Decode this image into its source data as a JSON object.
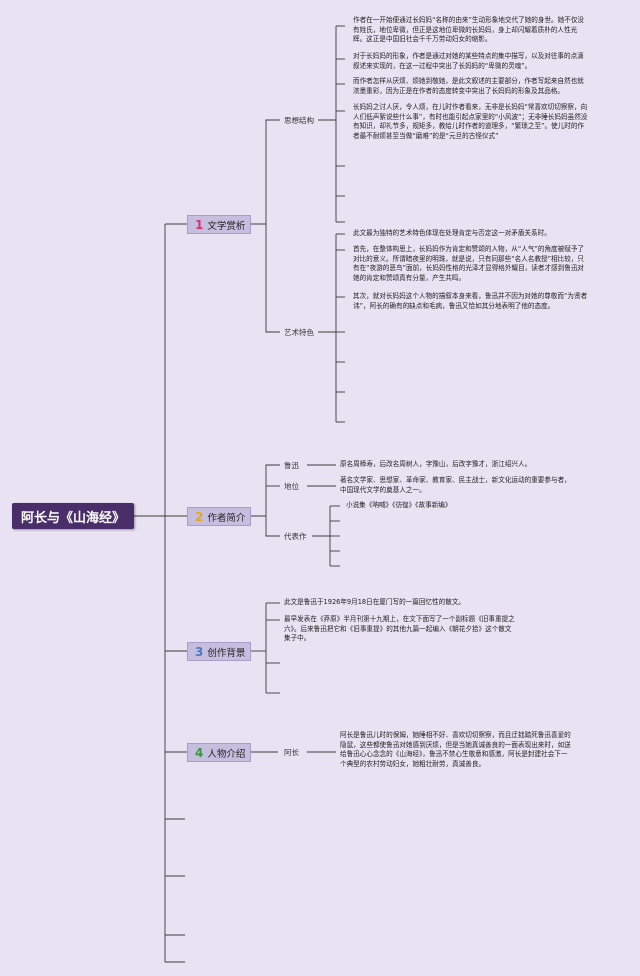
{
  "colors": {
    "background": "#e8e2f2",
    "root_fill": "#4a2e6a",
    "category_fill": "#c6bedf",
    "line": "#3b3b3b",
    "num1": "#d6336c",
    "num2": "#e6a817",
    "num3": "#4a78c9",
    "num4": "#3a9a3a"
  },
  "root": {
    "title": "阿长与《山海经》"
  },
  "categories": [
    {
      "num": "1",
      "label": "文学赏析"
    },
    {
      "num": "2",
      "label": "作者简介"
    },
    {
      "num": "3",
      "label": "创作背景"
    },
    {
      "num": "4",
      "label": "人物介绍"
    }
  ],
  "c1": {
    "sub1": {
      "label": "思想结构"
    },
    "sub2": {
      "label": "艺术特色"
    },
    "t1": "作者在一开始便通过长妈妈“名称的由来”生动形象地交代了她的身世。她不仅没\n有姓氏，地位卑微，但正是这地位卑微的长妈妈，身上却闪耀着质朴的人性光\n辉。这正是中国旧社会千千万劳动妇女的缩影。",
    "t2": "对于长妈妈的形象，作者是通过对她的某些特点的集中描写，以及对往事的点滴\n叙述来实现的，在这一过程中突出了长妈妈的“卑微的灵魂”。",
    "t3": "而作者怎样从厌烦、烦她到敬她，是此文叙述的主要部分，作者写起来自然也就\n浓墨重彩，因为正是在作者的态度转变中突出了长妈妈的形象及其品格。",
    "t4": "长妈妈之讨人厌，令人烦，在儿时作者看来，无非是长妈妈“常喜欢切切察察，向\n人们低声絮说些什么事”，有时也能引起点家里的“小风波”；无非睡长妈妈虽然没\n有知识，却礼节多，规矩多，教给儿时作者的道理多，“繁琐之至”。使儿时的作\n者最不耐烦甚至当做“磨难”的是“元旦的古怪仪式”",
    "t5": "此文最为独特的艺术特色体现在处理肯定与否定这一对矛盾关系时。",
    "t6": "首先，在整体构思上，长妈妈作为肯定和赞颂的人物，从“人气”的角度被赋予了\n对比的意义。所谓暗夜里的明珠，就是说，只有同那些“名人名教授”相比较，只\n有在“夜游的恶鸟”面前，长妈妈性格的光泽才显得格外耀目，读者才感到鲁迅对\n她的肯定和赞颂真有分量，产生共鸣。",
    "t7": "其次，就对长妈妈这个人物的描叙本身来看，鲁迅并不因为对她的尊敬而“为贤者\n讳”，阿长的确有的缺点和毛病，鲁迅又恰如其分地表明了他的态度。"
  },
  "c2": {
    "sub1": {
      "label": "鲁迅"
    },
    "sub2": {
      "label": "地位"
    },
    "sub3": {
      "label": "代表作"
    },
    "t1": "原名周樟寿，后改名周树人，字豫山，后改字豫才，浙江绍兴人。",
    "t2": "著名文学家、思想家、革命家、教育家、民主战士，新文化运动的重要参与者，\n中国现代文学的奠基人之一。",
    "t3": "小说集《呐喊》《彷徨》《故事新编》"
  },
  "c3": {
    "t1": "此文是鲁迅于1926年9月18日在厦门写的一篇回忆性的散文。",
    "t2": "最早发表在《莽原》半月刊第十九期上，在文下面写了一个副标题《旧事重提之\n六》。后来鲁迅把它和《旧事重提》的其他九篇一起编入《朝花夕拾》这个散文\n集子中。"
  },
  "c4": {
    "sub1": {
      "label": "阿长"
    },
    "t1": "阿长是鲁迅儿时的保姆，她睡相不好、喜欢切切察察，而且迂拙踏死鲁迅喜爱的\n隐鼠，这些都使鲁迅对她感到厌烦，但是当她真诚善良的一面表现出来时，如送\n给鲁迅心心念念的《山海经》，鲁迅不禁心生敬意和感激，阿长是封建社会下一\n个典型的农村劳动妇女，她粗壮耐劳，真诚善良。"
  }
}
